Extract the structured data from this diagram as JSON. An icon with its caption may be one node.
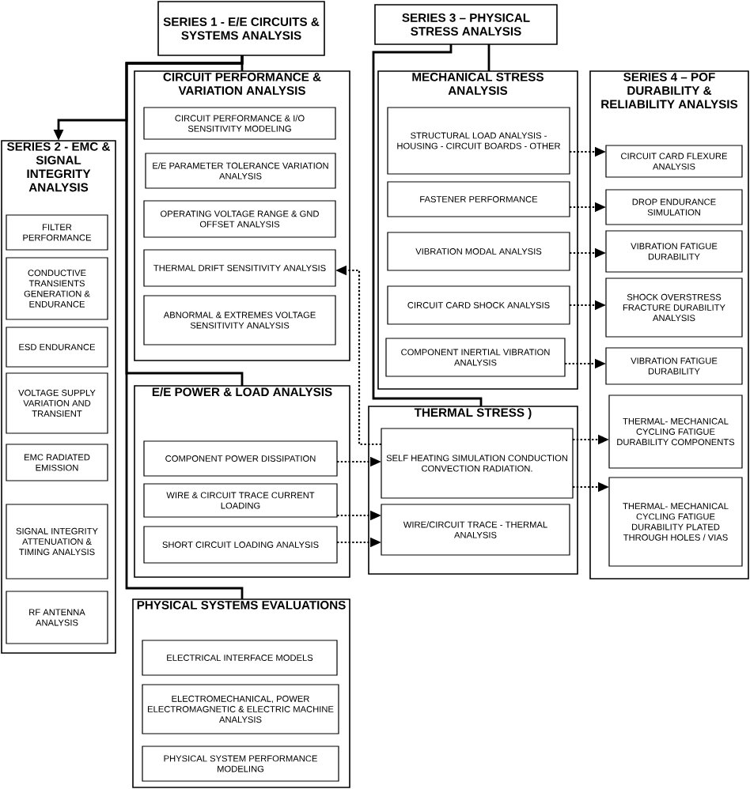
{
  "diagram": {
    "nodes": [
      {
        "text": [
          "SERIES 1 - E/E CIRCUITS & SYSTEMS ANALYSIS"
        ]
      },
      {
        "text": [
          "SERIES 3 – PHYSICAL STRESS ANALYSIS"
        ]
      },
      {
        "text": [
          "CIRCUIT PERFORMANCE & VARIATION ANALYSIS"
        ]
      },
      {
        "text": [
          "CIRCUIT PERFORMANCE & I/O SENSITIVITY MODELING"
        ],
        "in": 2
      },
      {
        "text": [
          "E/E PARAMETER TOLERANCE VARIATION ANALYSIS"
        ],
        "in": 2
      },
      {
        "text": [
          "OPERATING VOLTAGE RANGE & GND OFFSET ANALYSIS"
        ],
        "in": 2
      },
      {
        "text": [
          "THERMAL DRIFT SENSITIVITY ANALYSIS"
        ],
        "in": 2
      },
      {
        "text": [
          "ABNORMAL & EXTREMES VOLTAGE SENSITIVITY ANALYSIS"
        ],
        "in": 2
      },
      {
        "text": [
          "SERIES 2 - EMC & SIGNAL INTEGRITY ANALYSIS"
        ]
      },
      {
        "text": [
          "FILTER PERFORMANCE"
        ],
        "in": 8
      },
      {
        "text": [
          "CONDUCTIVE TRANSIENTS GENERATION & ENDURANCE"
        ],
        "in": 8
      },
      {
        "text": [
          "ESD ENDURANCE"
        ],
        "in": 8
      },
      {
        "text": [
          "VOLTAGE SUPPLY VARIATION AND TRANSIENT"
        ],
        "in": 8
      },
      {
        "text": [
          "EMC RADIATED EMISSION"
        ],
        "in": 8
      },
      {
        "text": [
          "SIGNAL INTEGRITY ATTENUATION & TIMING ANALYSIS"
        ],
        "in": 8
      },
      {
        "text": [
          "RF ANTENNA ANALYSIS"
        ],
        "in": 8
      },
      {
        "text": [
          "E/E POWER & LOAD ANALYSIS"
        ]
      },
      {
        "text": [
          "COMPONENT POWER DISSIPATION"
        ],
        "in": 16
      },
      {
        "text": [
          "WIRE & CIRCUIT TRACE CURRENT LOADING"
        ],
        "in": 16
      },
      {
        "text": [
          "SHORT CIRCUIT LOADING ANALYSIS"
        ],
        "in": 16
      },
      {
        "text": [
          "PHYSICAL SYSTEMS EVALUATIONS"
        ]
      },
      {
        "text": [
          "ELECTRICAL INTERFACE MODELS"
        ],
        "in": 20
      },
      {
        "text": [
          "ELECTROMECHANICAL, POWER ELECTROMAGNETIC & ELECTRIC MACHINE ANALYSIS"
        ],
        "in": 20
      },
      {
        "text": [
          "PHYSICAL SYSTEM PERFORMANCE MODELING"
        ],
        "in": 20
      },
      {
        "text": [
          "MECHANICAL STRESS ANALYSIS"
        ]
      },
      {
        "text": [
          "STRUCTURAL LOAD ANALYSIS - HOUSING - CIRCUIT BOARDS - OTHER"
        ],
        "in": 24
      },
      {
        "text": [
          "FASTENER PERFORMANCE"
        ],
        "in": 24
      },
      {
        "text": [
          "VIBRATION MODAL ANALYSIS"
        ],
        "in": 24
      },
      {
        "text": [
          "CIRCUIT CARD SHOCK ANALYSIS"
        ],
        "in": 24
      },
      {
        "text": [
          "COMPONENT INERTIAL VIBRATION ANALYSIS"
        ],
        "in": 24
      },
      {
        "text": [
          "THERMAL STRESS )"
        ]
      },
      {
        "text": [
          "SELF HEATING SIMULATION CONDUCTION CONVECTION RADIATION."
        ],
        "in": 30
      },
      {
        "text": [
          "WIRE/CIRCUIT TRACE - THERMAL ANALYSIS"
        ],
        "in": 30
      },
      {
        "text": [
          "SERIES 4 – POF DURABILITY & RELIABILITY ANALYSIS"
        ]
      },
      {
        "text": [
          "CIRCUIT CARD FLEXURE ANALYSIS"
        ],
        "in": 33
      },
      {
        "text": [
          "DROP ENDURANCE SIMULATION"
        ],
        "in": 33
      },
      {
        "text": [
          "VIBRATION FATIGUE DURABILITY"
        ],
        "in": 33
      },
      {
        "text": [
          "SHOCK OVERSTRESS FRACTURE DURABILITY ANALYSIS"
        ],
        "in": 33
      },
      {
        "text": [
          "VIBRATION FATIGUE DURABILITY"
        ],
        "in": 33
      },
      {
        "text": [
          "THERMAL- MECHANICAL CYCLING FATIGUE DURABILITY COMPONENTS"
        ],
        "in": 33
      },
      {
        "text": [
          "THERMAL- MECHANICAL CYCLING FATIGUE DURABILITY PLATED THROUGH HOLES / VIAS"
        ],
        "in": 33
      }
    ],
    "edges": [
      {
        "from": 0,
        "to": 2,
        "arrow": "none"
      },
      {
        "from": 0,
        "to": 8,
        "arrow": "to"
      },
      {
        "from": 0,
        "to": 16,
        "arrow": "none"
      },
      {
        "from": 0,
        "to": 20,
        "arrow": "none"
      },
      {
        "from": 1,
        "to": 24,
        "arrow": "none"
      },
      {
        "from": 1,
        "to": 30,
        "arrow": "none"
      },
      {
        "from": 25,
        "to": 34,
        "arrow": "to",
        "style": "dashed"
      },
      {
        "from": 26,
        "to": 35,
        "arrow": "to",
        "style": "dashed"
      },
      {
        "from": 27,
        "to": 36,
        "arrow": "to",
        "style": "dashed"
      },
      {
        "from": 28,
        "to": 37,
        "arrow": "to",
        "style": "dashed"
      },
      {
        "from": 29,
        "to": 38,
        "arrow": "to",
        "style": "dashed"
      },
      {
        "from": 31,
        "to": 39,
        "arrow": "to",
        "style": "dashed"
      },
      {
        "from": 31,
        "to": 40,
        "arrow": "to",
        "style": "dashed"
      },
      {
        "from": 17,
        "to": 31,
        "arrow": "to",
        "style": "dashed"
      },
      {
        "from": 18,
        "to": 32,
        "arrow": "to",
        "style": "dashed"
      },
      {
        "from": 19,
        "to": 32,
        "arrow": "to",
        "style": "dashed"
      },
      {
        "from": 31,
        "to": 6,
        "arrow": "to",
        "style": "dashed"
      }
    ]
  }
}
